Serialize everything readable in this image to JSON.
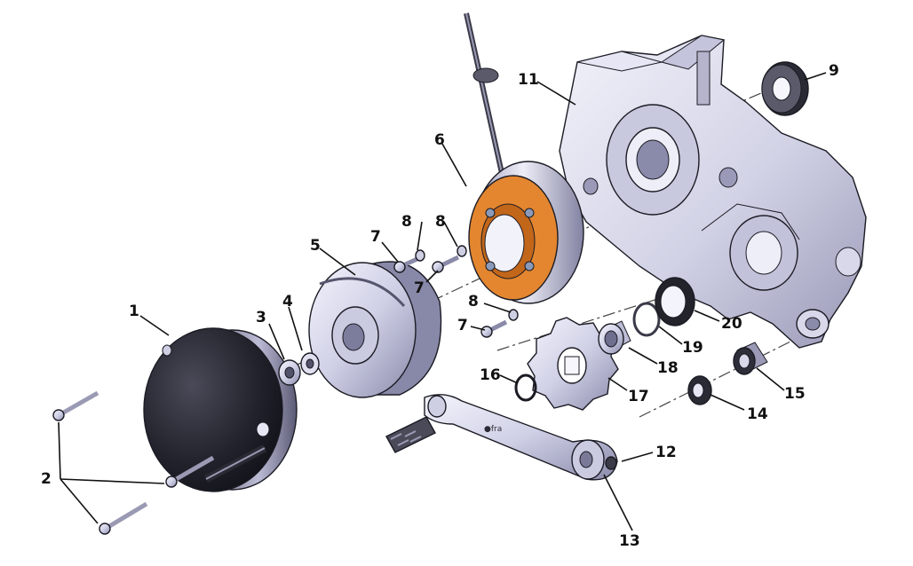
{
  "diagram": {
    "callouts": [
      "1",
      "2",
      "3",
      "4",
      "5",
      "6",
      "7",
      "8",
      "9",
      "11",
      "12",
      "13",
      "14",
      "15",
      "16",
      "17",
      "18",
      "19",
      "20"
    ],
    "colors": {
      "metal_light": "#e8e8f6",
      "metal_mid": "#b9b9d4",
      "metal_dark": "#6c6c8c",
      "cover_dark": "#1e1e26",
      "stator_copper": "#e3862f",
      "outline": "#1b1b24"
    }
  }
}
